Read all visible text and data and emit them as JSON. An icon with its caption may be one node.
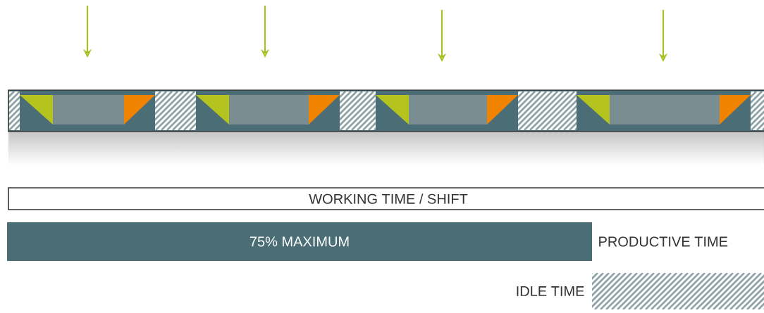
{
  "diagram": {
    "nodes": [
      {
        "text": [
          "WORKING TIME / SHIFT"
        ]
      },
      {
        "text": [
          "75% MAXIMUM"
        ],
        "beside": [
          "PRODUCTIVE TIME"
        ]
      },
      {
        "text": [],
        "shape": "bar",
        "beside": [
          "IDLE TIME"
        ]
      }
    ]
  }
}
